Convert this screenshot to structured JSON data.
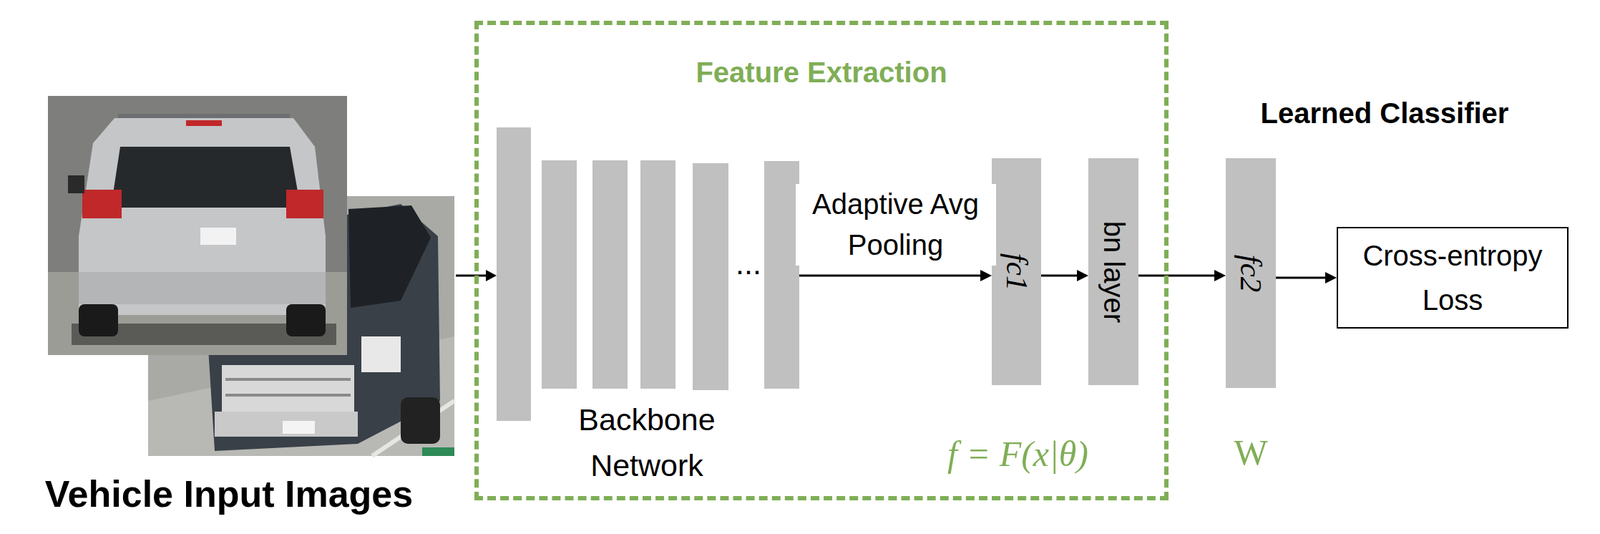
{
  "diagram": {
    "nodes": [
      {
        "text": [
          "Feature Extraction",
          "f = F(x|θ)"
        ]
      },
      {
        "text": [
          "Backbone Network"
        ],
        "in": 0
      },
      {
        "text": [
          "fc1"
        ],
        "in": 0
      },
      {
        "text": [
          "bn layer"
        ],
        "in": 0
      },
      {
        "text": [
          "fc2"
        ]
      },
      {
        "text": [
          "Cross-entropy Loss"
        ]
      }
    ],
    "edges": [
      {
        "from": 1,
        "to": 2,
        "arrow": "to",
        "label": "Adaptive Avg Pooling"
      },
      {
        "from": 2,
        "to": 3,
        "arrow": "to"
      },
      {
        "from": 3,
        "to": 4,
        "arrow": "to"
      },
      {
        "from": 4,
        "to": 5,
        "arrow": "to"
      }
    ],
    "labels": [
      "Vehicle Input Images",
      "...",
      "Learned Classifier",
      "W"
    ]
  }
}
